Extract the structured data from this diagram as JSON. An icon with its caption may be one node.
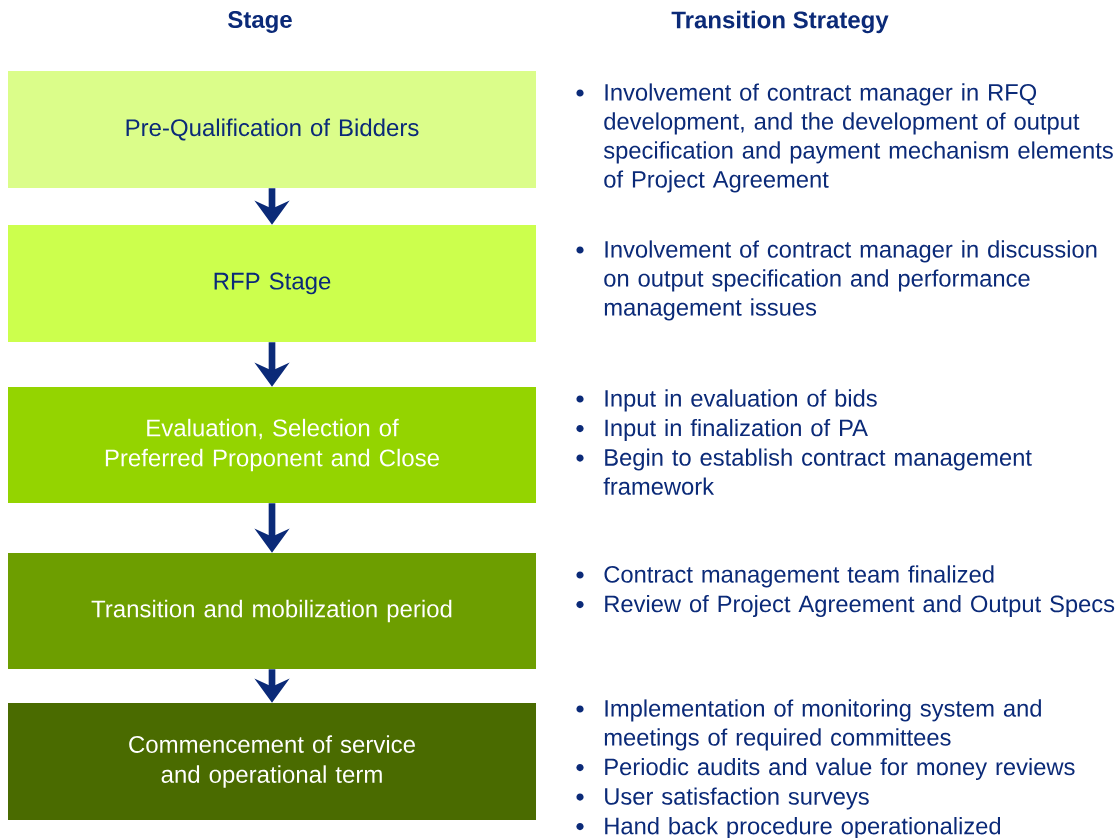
{
  "diagram": {
    "nodes": [
      {
        "text": [
          "Pre-Qualification of Bidders"
        ],
        "beside": [
          "Involvement of contract manager in RFQ development, and the development of output specification and payment mechanism elements of Project Agreement"
        ]
      },
      {
        "text": [
          "RFP Stage"
        ],
        "beside": [
          "Involvement of contract manager in discussion on output specification and performance management issues"
        ]
      },
      {
        "text": [
          "Evaluation, Selection of Preferred Proponent and Close"
        ],
        "beside": [
          "Input in evaluation of bids",
          "Input in finalization of PA",
          "Begin to establish contract management framework"
        ]
      },
      {
        "text": [
          "Transition and mobilization period"
        ],
        "beside": [
          "Contract management team finalized",
          "Review of Project Agreement and Output Specs"
        ]
      },
      {
        "text": [
          "Commencement of service and operational term"
        ],
        "beside": [
          "Implementation of monitoring system and meetings of required committees",
          "Periodic audits and value for money reviews",
          "User satisfaction surveys",
          "Hand back procedure operationalized"
        ]
      }
    ],
    "edges": [
      {
        "from": 0,
        "to": 1,
        "arrow": "to"
      },
      {
        "from": 1,
        "to": 2,
        "arrow": "to"
      },
      {
        "from": 2,
        "to": 3,
        "arrow": "to"
      },
      {
        "from": 3,
        "to": 4,
        "arrow": "to"
      }
    ],
    "labels": [
      "Stage",
      "Transition Strategy"
    ]
  }
}
